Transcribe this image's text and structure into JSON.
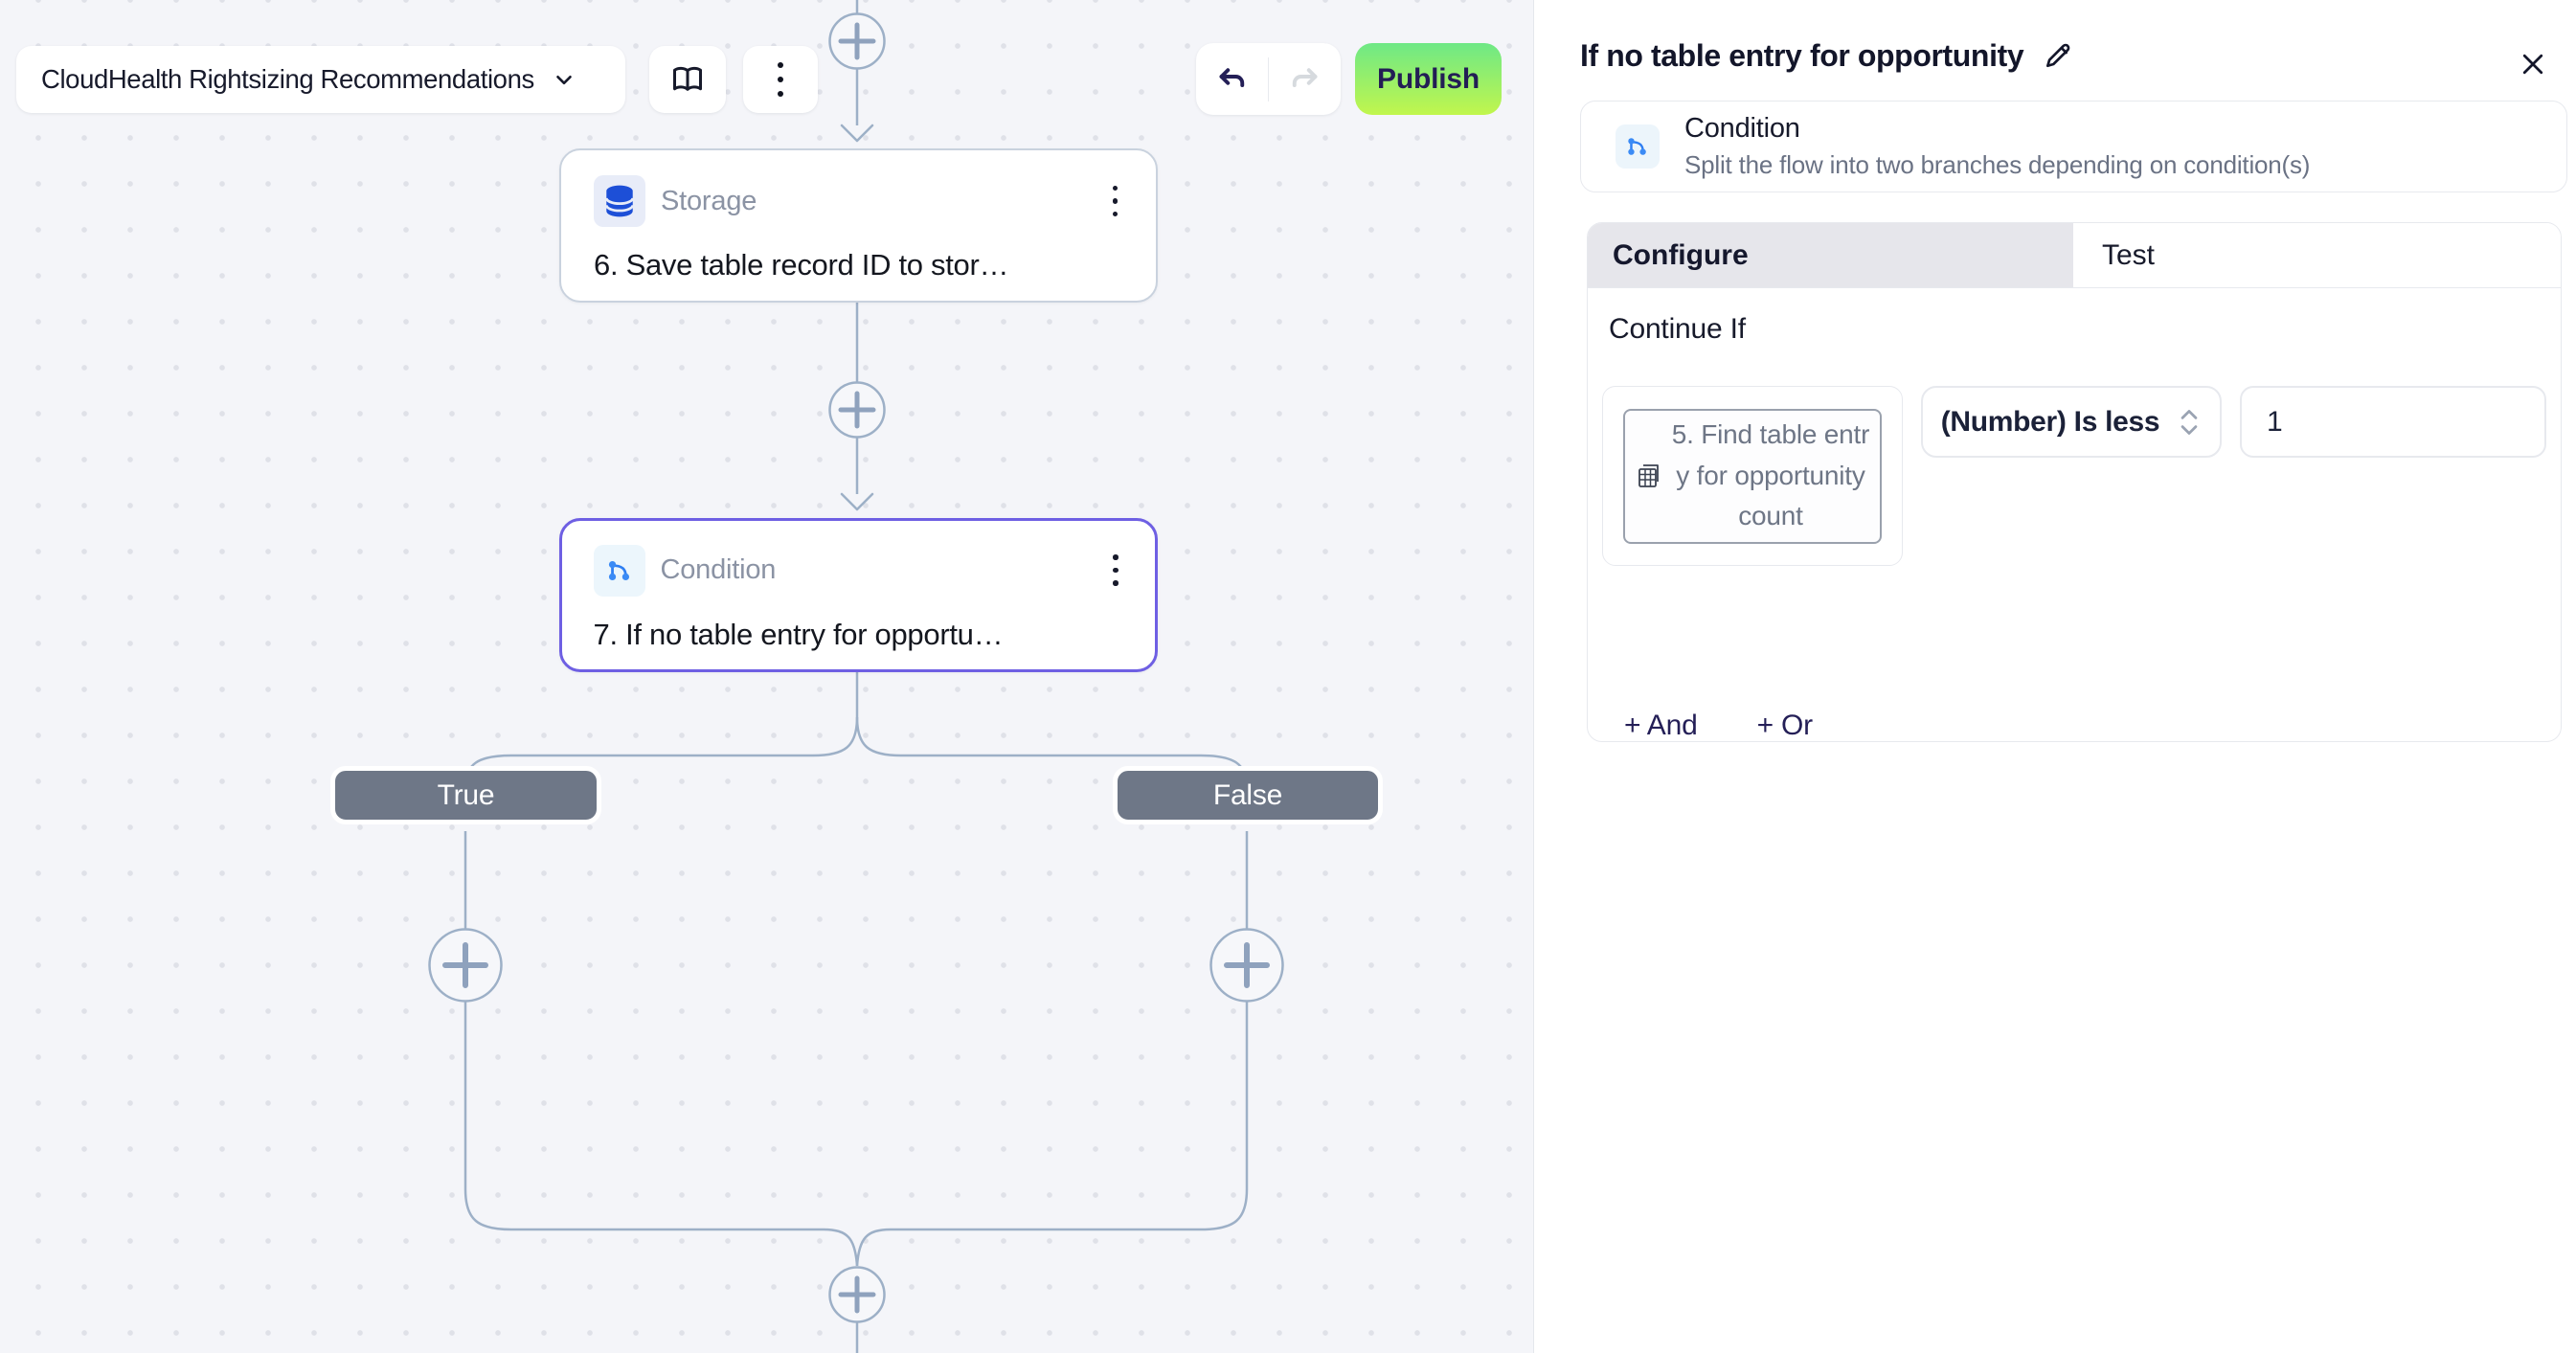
{
  "colors": {
    "publish_gradient_top": "#6ee886",
    "publish_gradient_bottom": "#c1f64d",
    "selected_node_border": "#6e5fe3",
    "connector": "#9db0c7",
    "branch_pill": "#6e7787",
    "storage_icon_blue": "#1d4fd7",
    "condition_icon_blue": "#2f7ff2"
  },
  "toolbar": {
    "flow_name": "CloudHealth Rightsizing Recommendations",
    "publish_label": "Publish"
  },
  "canvas": {
    "nodes": {
      "storage": {
        "step_label": "Storage",
        "title": "6. Save table record ID to stor…"
      },
      "condition": {
        "step_label": "Condition",
        "title": "7. If no table entry for opportu…"
      }
    },
    "branches": {
      "true_label": "True",
      "false_label": "False"
    }
  },
  "panel": {
    "title": "If no table entry for opportunity",
    "step": {
      "name": "Condition",
      "description": "Split the flow into two branches depending on condition(s)"
    },
    "tabs": [
      {
        "label": "Configure",
        "active": true
      },
      {
        "label": "Test",
        "active": false
      }
    ],
    "configure": {
      "section_label": "Continue If",
      "condition_row": {
        "left_operand": "5. Find table entry for opportunity count",
        "operator": "(Number) Is less",
        "value": "1"
      },
      "add_and_label": "+ And",
      "add_or_label": "+ Or"
    }
  }
}
